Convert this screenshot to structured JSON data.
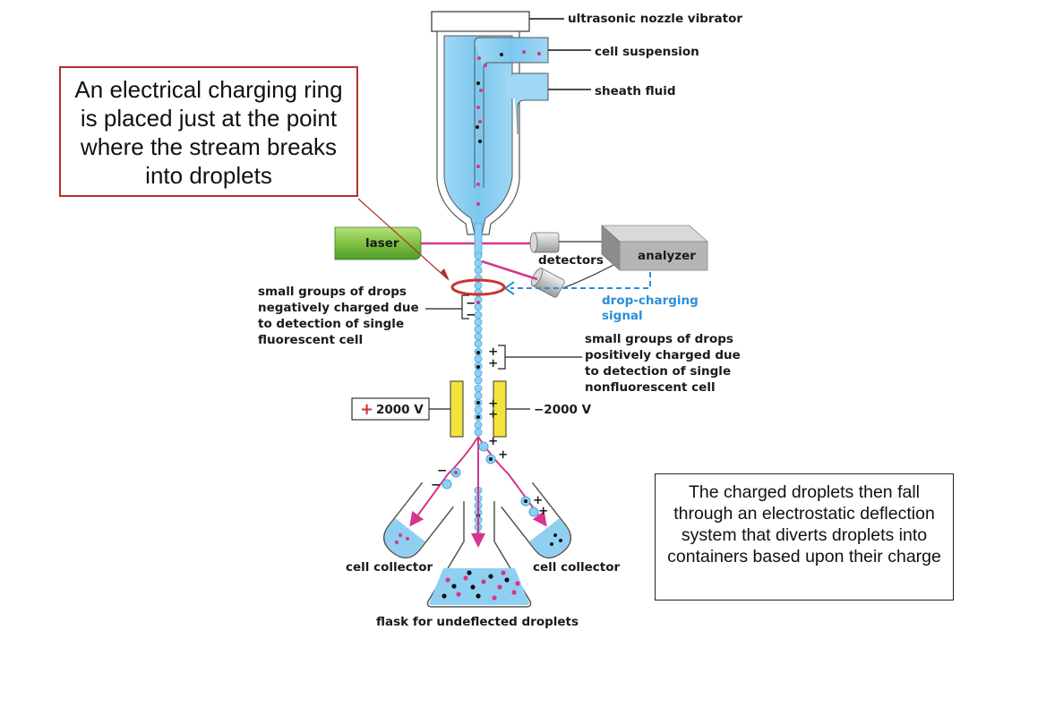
{
  "labels": {
    "nozzle_vibrator": "ultrasonic nozzle vibrator",
    "cell_suspension": "cell suspension",
    "sheath_fluid": "sheath fluid",
    "laser": "laser",
    "detectors": "detectors",
    "analyzer": "analyzer",
    "drop_charging_line1": "drop-charging",
    "drop_charging_line2": "signal",
    "neg_groups": [
      "small groups of drops",
      "negatively charged due",
      "to detection of single",
      "fluorescent cell"
    ],
    "pos_groups": [
      "small groups of drops",
      "positively charged due",
      "to detection of single",
      "nonfluorescent cell"
    ],
    "plus_voltage": "2000 V",
    "minus_voltage": "−2000 V",
    "cell_collector_left": "cell collector",
    "cell_collector_right": "cell collector",
    "flask": "flask for undeflected droplets"
  },
  "callouts": {
    "left": "An electrical charging ring is placed just at the point where the stream breaks into droplets",
    "right": "The charged droplets then fall through an electrostatic deflection system that diverts droplets into containers based upon their charge"
  },
  "colors": {
    "fluid": "#8fd0f2",
    "fluid_dark": "#4aa8dc",
    "stream_magenta": "#d6368a",
    "charging_ring": "#d0312d",
    "plates": "#f4e33c",
    "laser": "#7fc243",
    "signal": "#2b8fd6",
    "callout_border": "#b3312b"
  }
}
